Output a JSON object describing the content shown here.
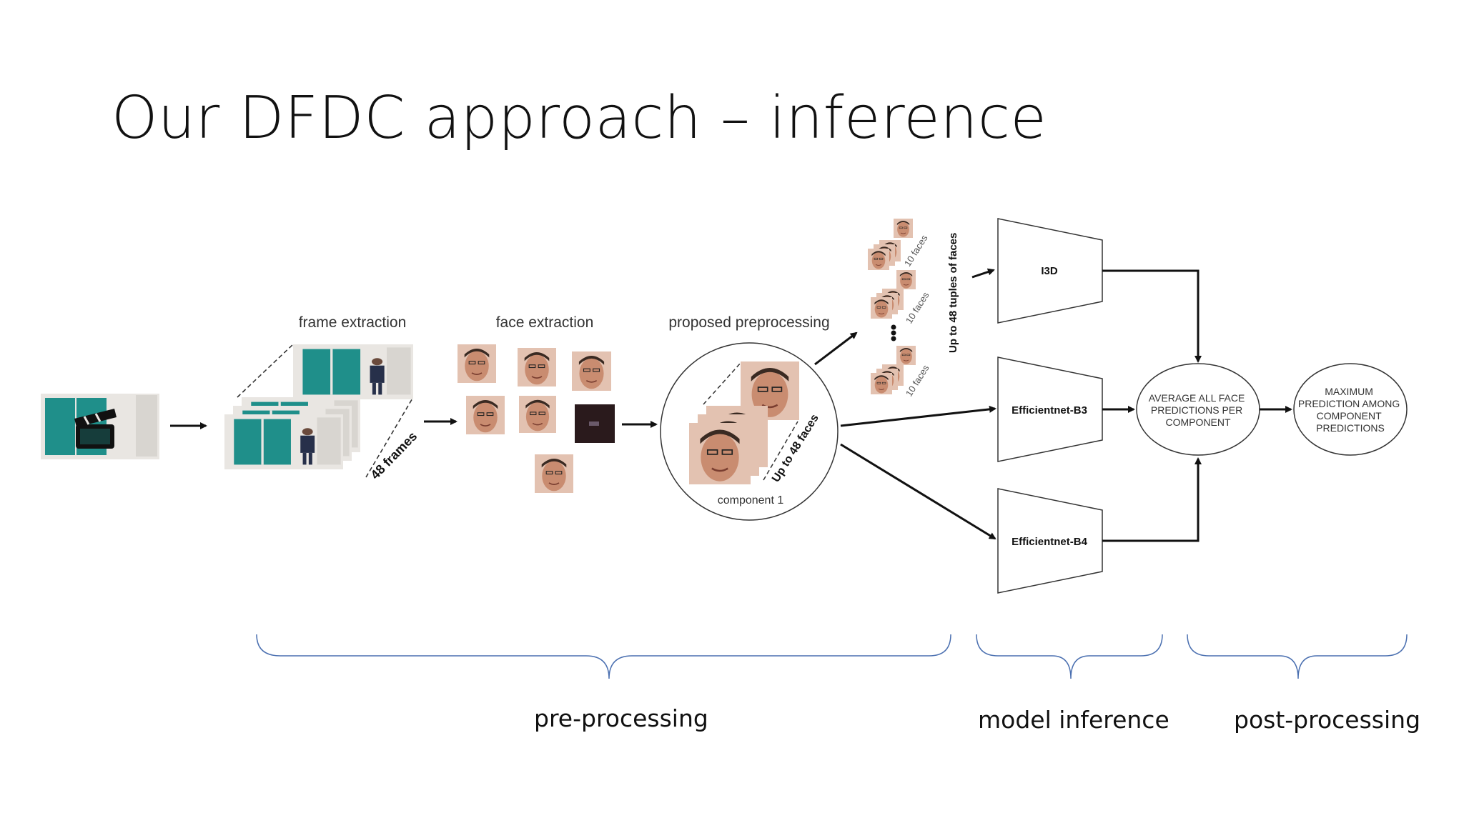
{
  "slide": {
    "title": "Our DFDC approach – inference"
  },
  "diagram": {
    "stages": {
      "frame_extraction": "frame extraction",
      "face_extraction": "face extraction",
      "proposed_preprocessing": "proposed preprocessing"
    },
    "labels": {
      "frames": "48 frames",
      "up_to_faces": "Up to 48 faces",
      "component": "component 1",
      "ten_faces": "10 faces",
      "tuples": "Up to 48 tuples of faces"
    },
    "models": {
      "i3d": "I3D",
      "b3": "Efficientnet-B3",
      "b4": "Efficientnet-B4"
    },
    "average_node": [
      "AVERAGE ALL FACE",
      "PREDICTIONS PER",
      "COMPONENT"
    ],
    "max_node": [
      "MAXIMUM",
      "PREDICTION AMONG",
      "COMPONENT",
      "PREDICTIONS"
    ]
  },
  "sections": {
    "pre": "pre-processing",
    "model": "model inference",
    "post": "post-processing"
  },
  "colors": {
    "brace": "#4a6fb0",
    "door": "#1f8f8a",
    "skin": "#d7a48c",
    "ink": "#111111"
  }
}
